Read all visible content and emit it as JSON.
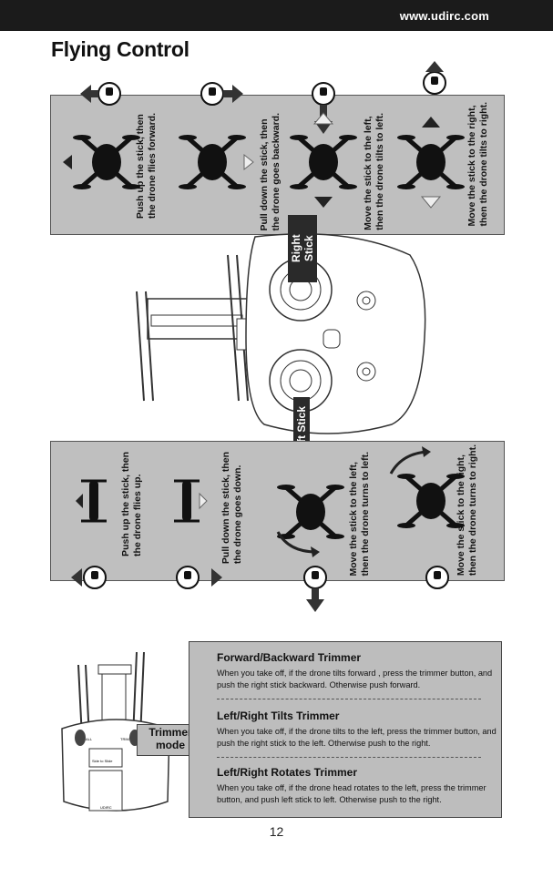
{
  "header": {
    "site": "www.udirc.com"
  },
  "page": {
    "title": "Flying Control",
    "page_number": "12"
  },
  "right_stick": {
    "label": "Right Stick",
    "captions": [
      "Push up the stick, then\nthe drone flies forward.",
      "Pull down the stick, then\nthe drone goes backward.",
      "Move the stick to the left,\nthen the drone tilts to left.",
      "Move the stick to the right,\nthen the drone tilts to right."
    ]
  },
  "left_stick": {
    "label": "Left Stick",
    "captions": [
      "Push up the stick, then\nthe drone flies up.",
      "Pull down the stick, then\nthe drone goes down.",
      "Move the stick to the left,\nthen the drone turns to left.",
      "Move the stick to the right,\nthen the drone turns to right."
    ]
  },
  "trimmer": {
    "mode_label": "Trimmer\nmode",
    "sections": [
      {
        "heading": "Forward/Backward Trimmer",
        "text": "When you take off, if the drone tilts forward , press the trimmer button, and push the right stick backward. Otherwise push forward."
      },
      {
        "heading": "Left/Right Tilts Trimmer",
        "text": "When you take off, if the drone tilts to the left, press the trimmer button, and push the right stick to the left. Otherwise push to the right."
      },
      {
        "heading": "Left/Right Rotates Trimmer",
        "text": "When you take off, if the drone head rotates to the left, press the trimmer button, and push left stick to left. Otherwise push to the right."
      }
    ],
    "remote_small_labels": {
      "left": "ALL",
      "right": "TRIM",
      "center": "Side to Slide",
      "bottom": "UDIRC"
    }
  },
  "colors": {
    "panel": "#bfbfbf",
    "dark": "#1b1b1b"
  }
}
